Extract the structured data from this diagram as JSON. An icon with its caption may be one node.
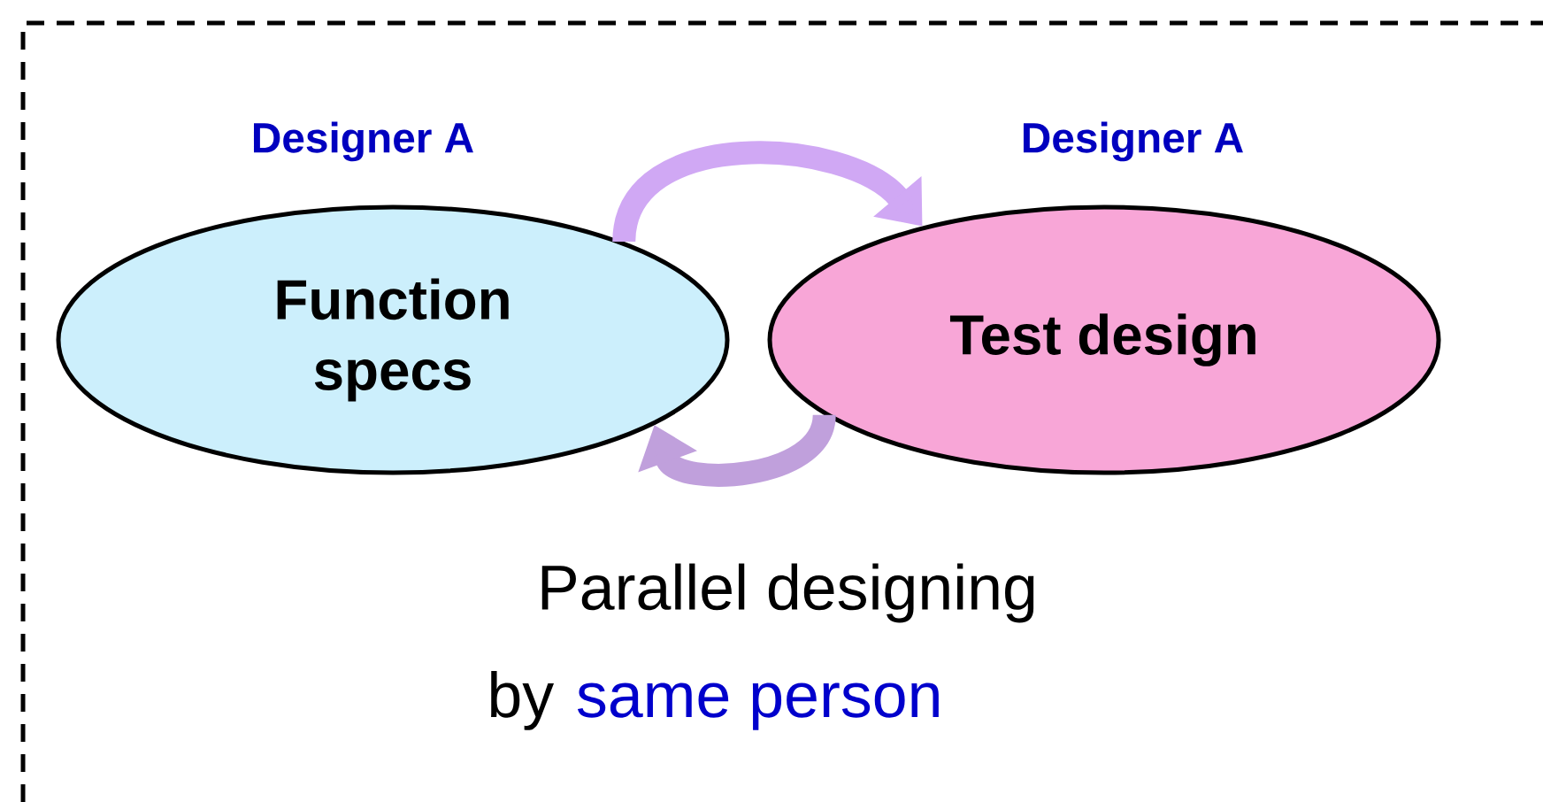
{
  "diagram": {
    "nodes": [
      {
        "text": [
          "Function specs"
        ],
        "beside": [
          "Designer A"
        ]
      },
      {
        "text": [
          "Test design"
        ],
        "beside": [
          "Designer A"
        ]
      }
    ],
    "edges": [
      {
        "from": 0,
        "to": 1,
        "arrow": "to",
        "color": "#d0a8f4"
      },
      {
        "from": 1,
        "to": 0,
        "arrow": "to",
        "color": "#c0a0dc"
      }
    ],
    "labels": [
      "Parallel designing",
      "by",
      "same person"
    ]
  }
}
